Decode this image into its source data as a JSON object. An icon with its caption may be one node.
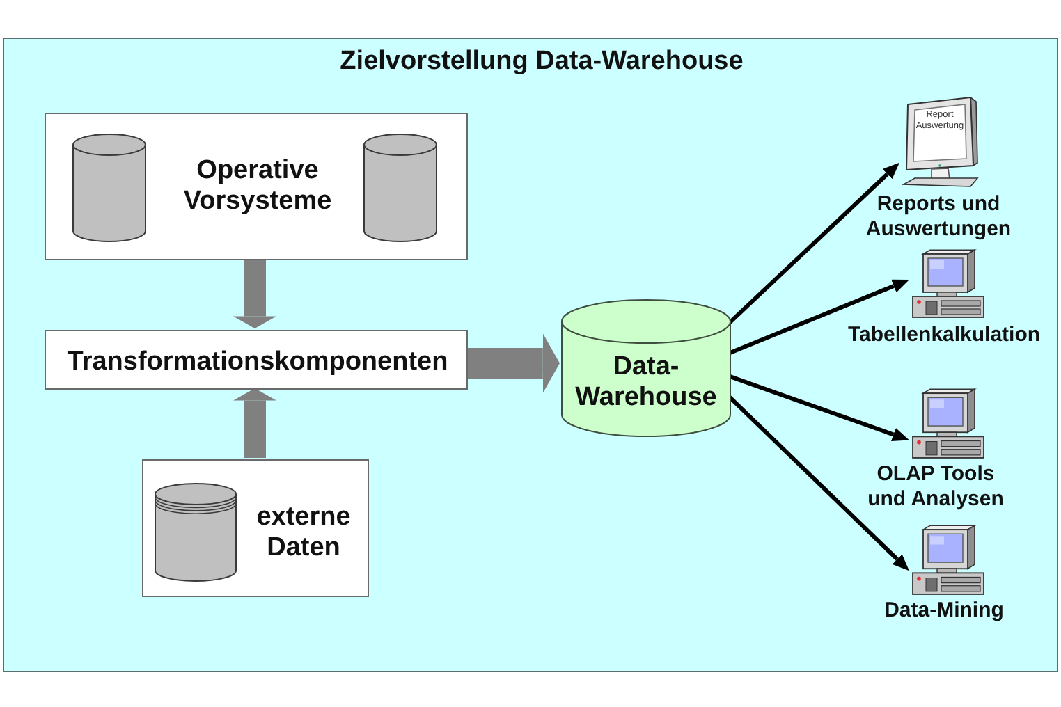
{
  "diagram": {
    "nodes": [
      {
        "text": [
          "Zielvorstellung Data-Warehouse"
        ]
      },
      {
        "text": [
          "Operative Vorsysteme"
        ],
        "in": 0
      },
      {
        "text": [
          "Transformationskomponenten"
        ],
        "in": 0
      },
      {
        "text": [
          "externe Daten"
        ],
        "in": 0
      },
      {
        "text": [
          "Data- Warehouse"
        ],
        "in": 0
      },
      {
        "text": [
          "Report Auswertung"
        ],
        "beside": [
          "Reports und Auswertungen"
        ],
        "in": 0
      },
      {
        "text": [],
        "shape": "picture",
        "beside": [
          "Tabellenkalkulation"
        ],
        "in": 0
      },
      {
        "text": [],
        "shape": "picture",
        "beside": [
          "OLAP Tools und Analysen"
        ],
        "in": 0
      },
      {
        "text": [],
        "shape": "picture",
        "beside": [
          "Data-Mining"
        ],
        "in": 0
      }
    ],
    "edges": [
      {
        "from": 1,
        "to": 2,
        "arrow": "to",
        "style": "thick",
        "color": "#808080"
      },
      {
        "from": 3,
        "to": 2,
        "arrow": "to",
        "style": "thick",
        "color": "#808080"
      },
      {
        "from": 2,
        "to": 4,
        "arrow": "to",
        "style": "thick",
        "color": "#808080"
      },
      {
        "from": 4,
        "to": 5,
        "arrow": "to"
      },
      {
        "from": 4,
        "to": 6,
        "arrow": "to"
      },
      {
        "from": 4,
        "to": 7,
        "arrow": "to"
      },
      {
        "from": 4,
        "to": 8,
        "arrow": "to"
      }
    ]
  }
}
